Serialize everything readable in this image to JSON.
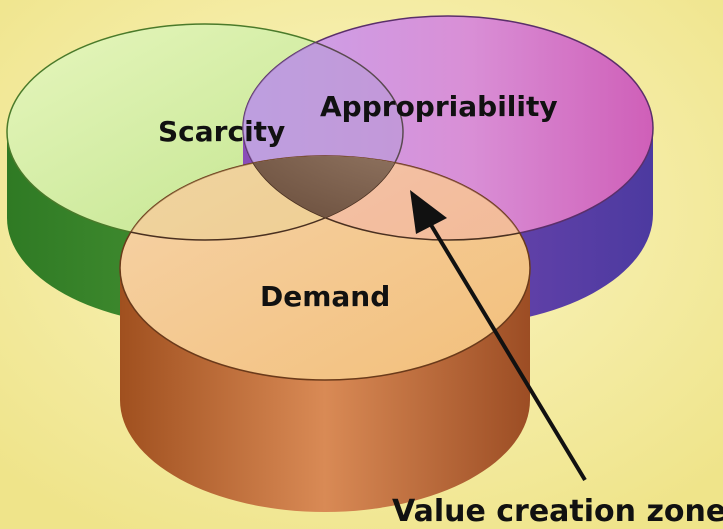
{
  "diagram": {
    "circles": [
      {
        "label": "Scarcity",
        "top_color": "#d6efa0",
        "side_color": "#3a8a2c"
      },
      {
        "label": "Appropriability",
        "top_color": "#d98fd6",
        "side_color": "#6a4bb0"
      },
      {
        "label": "Demand",
        "top_color": "#f3c98e",
        "side_color": "#b0602e"
      }
    ],
    "callout": {
      "label": "Value creation zone"
    },
    "colors": {
      "background": "#f6efa8",
      "overlap_zone": "#8a6b55",
      "arrow": "#111111"
    }
  }
}
